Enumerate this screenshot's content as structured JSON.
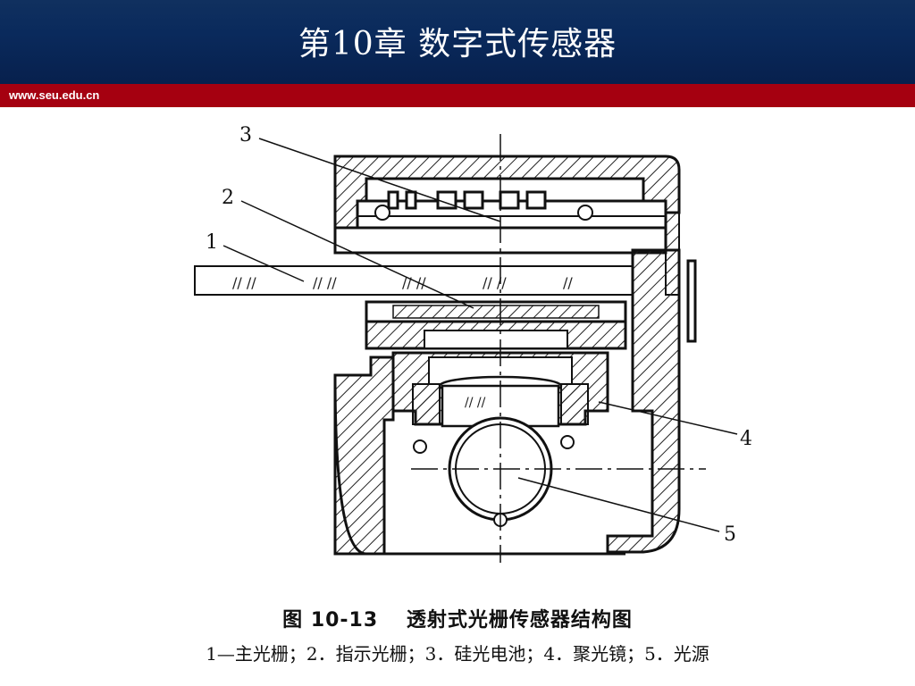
{
  "header": {
    "title": "第10章 数字式传感器",
    "site_url": "www.seu.edu.cn"
  },
  "figure": {
    "callouts": [
      "1",
      "2",
      "3",
      "4",
      "5"
    ],
    "caption": "图 10-13　 透射式光栅传感器结构图",
    "legend": "1—主光栅；2．指示光栅；3．硅光电池；4．聚光镜；5．光源"
  },
  "colors": {
    "header_bg": "#0a2a5c",
    "banner_bg": "#a50010"
  }
}
